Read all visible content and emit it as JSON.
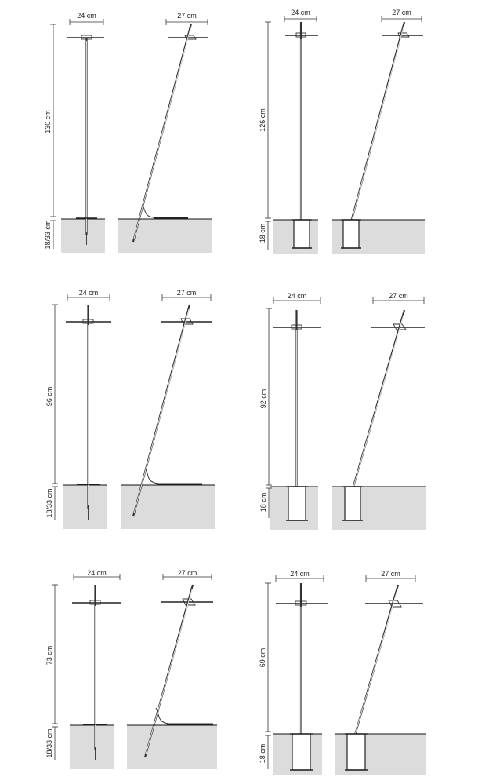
{
  "panels": [
    {
      "id": "p1",
      "shade_width": "24 cm",
      "shade_width_tilted": "27 cm",
      "height": "130 cm",
      "depth": "18/33 cm",
      "anchor": "spike"
    },
    {
      "id": "p2",
      "shade_width": "24 cm",
      "shade_width_tilted": "27 cm",
      "height": "126 cm",
      "depth": "18 cm",
      "anchor": "sleeve"
    },
    {
      "id": "p3",
      "shade_width": "24 cm",
      "shade_width_tilted": "27 cm",
      "height": "96 cm",
      "depth": "18/33 cm",
      "anchor": "spike"
    },
    {
      "id": "p4",
      "shade_width": "24 cm",
      "shade_width_tilted": "27 cm",
      "height": "92 cm",
      "depth": "18 cm",
      "anchor": "sleeve"
    },
    {
      "id": "p5",
      "shade_width": "24 cm",
      "shade_width_tilted": "27 cm",
      "height": "73 cm",
      "depth": "18/33 cm",
      "anchor": "spike"
    },
    {
      "id": "p6",
      "shade_width": "24 cm",
      "shade_width_tilted": "27 cm",
      "height": "69 cm",
      "depth": "18 cm",
      "anchor": "sleeve"
    }
  ],
  "colors": {
    "ground": "#dcdcdc",
    "line": "#222222"
  }
}
